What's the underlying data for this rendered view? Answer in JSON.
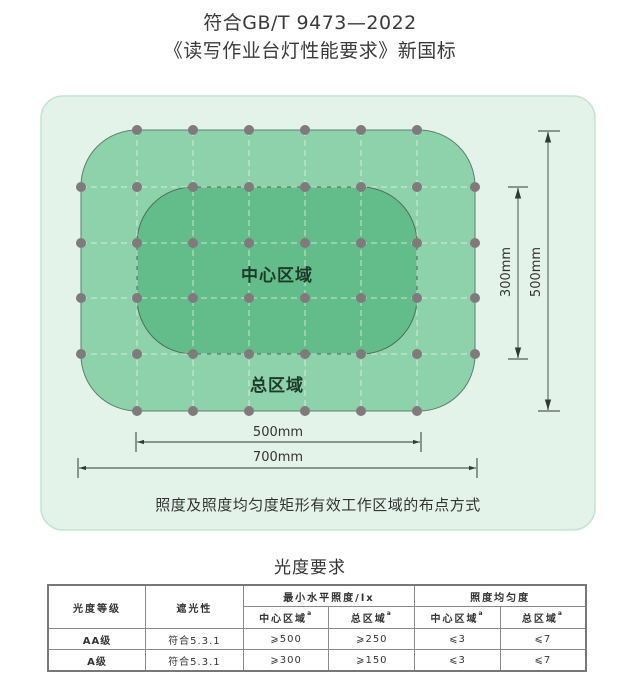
{
  "header": {
    "line1": "符合GB/T 9473—2022",
    "line2": "《读写作业台灯性能要求》新国标"
  },
  "diagram": {
    "colors": {
      "panel_bg": "#e3f3ea",
      "panel_border": "#c2e5d1",
      "total_region": "#8ed2ac",
      "center_region": "#62bd8a",
      "region_stroke": "#5d7f6b",
      "grid_line": "#e8f6ee",
      "dot": "#807a7c",
      "dim_line": "#2f3a34"
    },
    "center_label": "中心区域",
    "total_label": "总区域",
    "dimensions": {
      "inner_width": "500mm",
      "outer_width": "700mm",
      "inner_height": "300mm",
      "outer_height": "500mm"
    },
    "caption": "照度及照度均匀度矩形有效工作区域的布点方式"
  },
  "requirements": {
    "title": "光度要求",
    "table": {
      "headers": {
        "grade": "光度等级",
        "shading": "遮光性",
        "min_illuminance": "最小水平照度/lx",
        "uniformity": "照度均匀度",
        "center_area": "中心区域",
        "total_area": "总区域",
        "note_mark": "a"
      },
      "rows": [
        {
          "grade": "AA级",
          "shading": "符合5.3.1",
          "min_center": "⩾500",
          "min_total": "⩾250",
          "uni_center": "⩽3",
          "uni_total": "⩽7"
        },
        {
          "grade": "A级",
          "shading": "符合5.3.1",
          "min_center": "⩾300",
          "min_total": "⩾150",
          "uni_center": "⩽3",
          "uni_total": "⩽7"
        }
      ]
    }
  }
}
